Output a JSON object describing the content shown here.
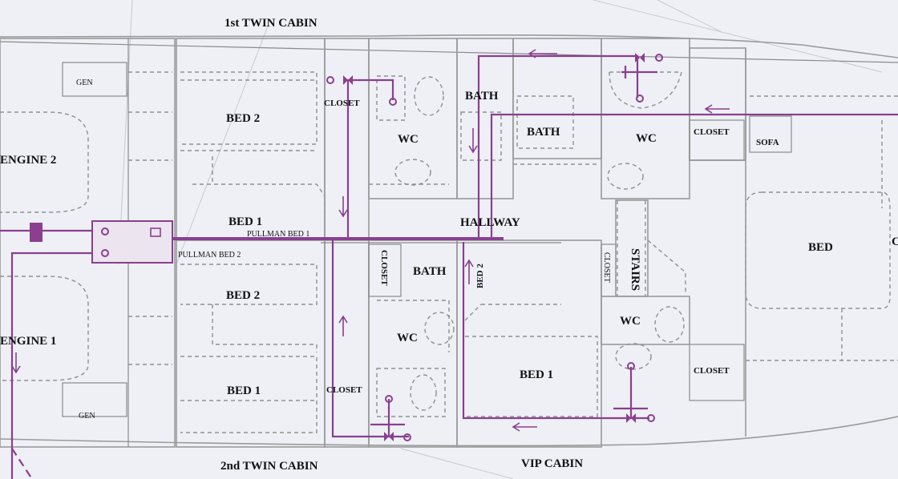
{
  "labels": {
    "first_twin_cabin": "1st TWIN CABIN",
    "second_twin_cabin": "2nd TWIN CABIN",
    "vip_cabin": "VIP CABIN",
    "engine_2": "ENGINE 2",
    "engine_1": "ENGINE 1",
    "gen_top": "GEN",
    "gen_bottom": "GEN",
    "bed2_top": "BED 2",
    "bed1_top": "BED 1",
    "bed2_bottom": "BED 2",
    "bed1_bottom": "BED 1",
    "closet_top_left": "CLOSET",
    "wc_top_left": "WC",
    "bath_top_center": "BATH",
    "bath_top_right": "BATH",
    "wc_top_right": "WC",
    "closet_top_right": "CLOSET",
    "sofa": "SOFA",
    "hallway": "HALLWAY",
    "pullman_bed_1": "PULLMAN BED 1",
    "pullman_bed_2": "PULLMAN BED 2",
    "closet_mid_vertical": "CLOSET",
    "bath_bottom": "BATH",
    "bed2_vertical": "BED 2",
    "closet_vip_vertical": "CLOSET",
    "stairs": "STAIRS",
    "wc_bottom_left": "WC",
    "wc_bottom_right": "WC",
    "closet_bottom_left": "CLOSET",
    "bed1_vip": "BED 1",
    "closet_bottom_right": "CLOSET",
    "bed_master": "BED",
    "edge_letter": "C"
  },
  "colors": {
    "pipe": "#8a3f8f",
    "wall": "#9a9a9a",
    "background": "#eef0f6"
  }
}
